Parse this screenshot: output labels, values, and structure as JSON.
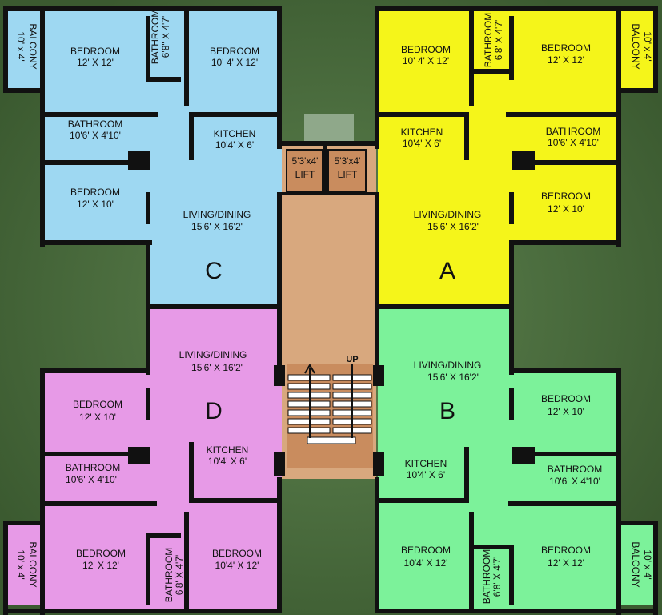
{
  "colors": {
    "unit_a": "#f5f51a",
    "unit_b": "#7cf29a",
    "unit_c": "#9ed8f2",
    "unit_d": "#e79ae7",
    "core": "#d8a87e",
    "wall": "#111111",
    "ground": "#4a6b3a"
  },
  "units": {
    "c": {
      "letter": "C",
      "balcony": {
        "name": "BALCONY",
        "dim": "10' x 4'"
      },
      "bedroom_top_left": {
        "name": "BEDROOM",
        "dim": "12' X 12'"
      },
      "bathroom_small": {
        "name": "BATHROOM",
        "dim": "6'8\" X 4'7'"
      },
      "bedroom_top_right": {
        "name": "BEDROOM",
        "dim": "10' 4' X 12'"
      },
      "bathroom": {
        "name": "BATHROOM",
        "dim": "10'6' X 4'10'"
      },
      "kitchen": {
        "name": "KITCHEN",
        "dim": "10'4' X 6'"
      },
      "bedroom_mid": {
        "name": "BEDROOM",
        "dim": "12' X 10'"
      },
      "living": {
        "name": "LIVING/DINING",
        "dim": "15'6' X 16'2'"
      }
    },
    "a": {
      "letter": "A",
      "balcony": {
        "name": "BALCONY",
        "dim": "10' x 4'"
      },
      "bedroom_top_left": {
        "name": "BEDROOM",
        "dim": "10' 4' X 12'"
      },
      "bathroom_small": {
        "name": "BATHROOM",
        "dim": "6'8' X 4'7'"
      },
      "bedroom_top_right": {
        "name": "BEDROOM",
        "dim": "12' X 12'"
      },
      "kitchen": {
        "name": "KITCHEN",
        "dim": "10'4' X 6'"
      },
      "bathroom": {
        "name": "BATHROOM",
        "dim": "10'6' X 4'10'"
      },
      "bedroom_mid": {
        "name": "BEDROOM",
        "dim": "12' X 10'"
      },
      "living": {
        "name": "LIVING/DINING",
        "dim": "15'6' X 16'2'"
      }
    },
    "d": {
      "letter": "D",
      "living": {
        "name": "LIVING/DINING",
        "dim": "15'6' X 16'2'"
      },
      "bedroom_mid": {
        "name": "BEDROOM",
        "dim": "12' X 10'"
      },
      "kitchen": {
        "name": "KITCHEN",
        "dim": "10'4' X 6'"
      },
      "bathroom": {
        "name": "BATHROOM",
        "dim": "10'6' X 4'10'"
      },
      "balcony": {
        "name": "BALCONY",
        "dim": "10' x 4'"
      },
      "bedroom_bottom_left": {
        "name": "BEDROOM",
        "dim": "12' X 12'"
      },
      "bathroom_small": {
        "name": "BATHROOM",
        "dim": "6'8' X 4'7'"
      },
      "bedroom_bottom_right": {
        "name": "BEDROOM",
        "dim": "10'4' X 12'"
      }
    },
    "b": {
      "letter": "B",
      "living": {
        "name": "LIVING/DINING",
        "dim": "15'6' X 16'2'"
      },
      "bedroom_mid": {
        "name": "BEDROOM",
        "dim": "12' X 10'"
      },
      "kitchen": {
        "name": "KITCHEN",
        "dim": "10'4' X 6'"
      },
      "bathroom": {
        "name": "BATHROOM",
        "dim": "10'6' X 4'10'"
      },
      "bedroom_bottom_left": {
        "name": "BEDROOM",
        "dim": "10'4' X 12'"
      },
      "bathroom_small": {
        "name": "BATHROOM",
        "dim": "6'8' X 4'7'"
      },
      "bedroom_bottom_right": {
        "name": "BEDROOM",
        "dim": "12' X 12'"
      },
      "balcony": {
        "name": "BALCONY",
        "dim": "10' x 4'"
      }
    }
  },
  "core": {
    "lift_left": {
      "dim": "5'3'x4'",
      "name": "LIFT"
    },
    "lift_right": {
      "dim": "5'3'x4'",
      "name": "LIFT"
    },
    "stair_label": "UP"
  }
}
